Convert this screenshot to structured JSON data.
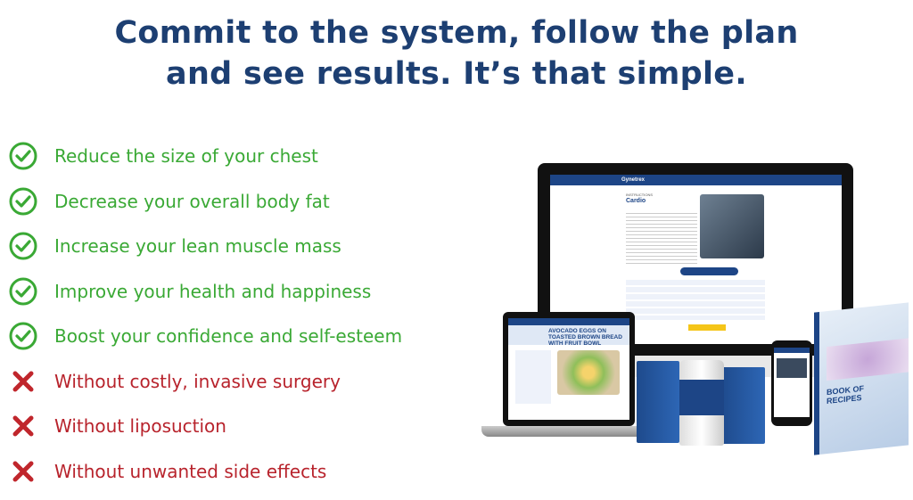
{
  "heading": {
    "line1": "Commit to the system, follow the plan",
    "line2": "and see results. It’s that simple."
  },
  "benefits": [
    {
      "text": "Reduce the size of your chest",
      "icon": "check-circle-icon"
    },
    {
      "text": "Decrease your overall body fat",
      "icon": "check-circle-icon"
    },
    {
      "text": "Increase your lean muscle mass",
      "icon": "check-circle-icon"
    },
    {
      "text": "Improve your health and happiness",
      "icon": "check-circle-icon"
    },
    {
      "text": "Boost your confidence and self-esteem",
      "icon": "check-circle-icon"
    }
  ],
  "without": [
    {
      "text": "Without costly, invasive surgery",
      "icon": "x-icon"
    },
    {
      "text": "Without liposuction",
      "icon": "x-icon"
    },
    {
      "text": "Without unwanted side effects",
      "icon": "x-icon"
    }
  ],
  "mockup": {
    "brand": "Gynetrex",
    "section": "INSTRUCTIONS",
    "page_title": "Cardio",
    "recipe_title": "AVOCADO EGGS ON TOASTED BROWN BREAD WITH FRUIT BOWL",
    "book_title": "BOOK OF RECIPES"
  },
  "colors": {
    "navy": "#1d3f72",
    "green": "#3aa935",
    "red": "#b8232c"
  }
}
